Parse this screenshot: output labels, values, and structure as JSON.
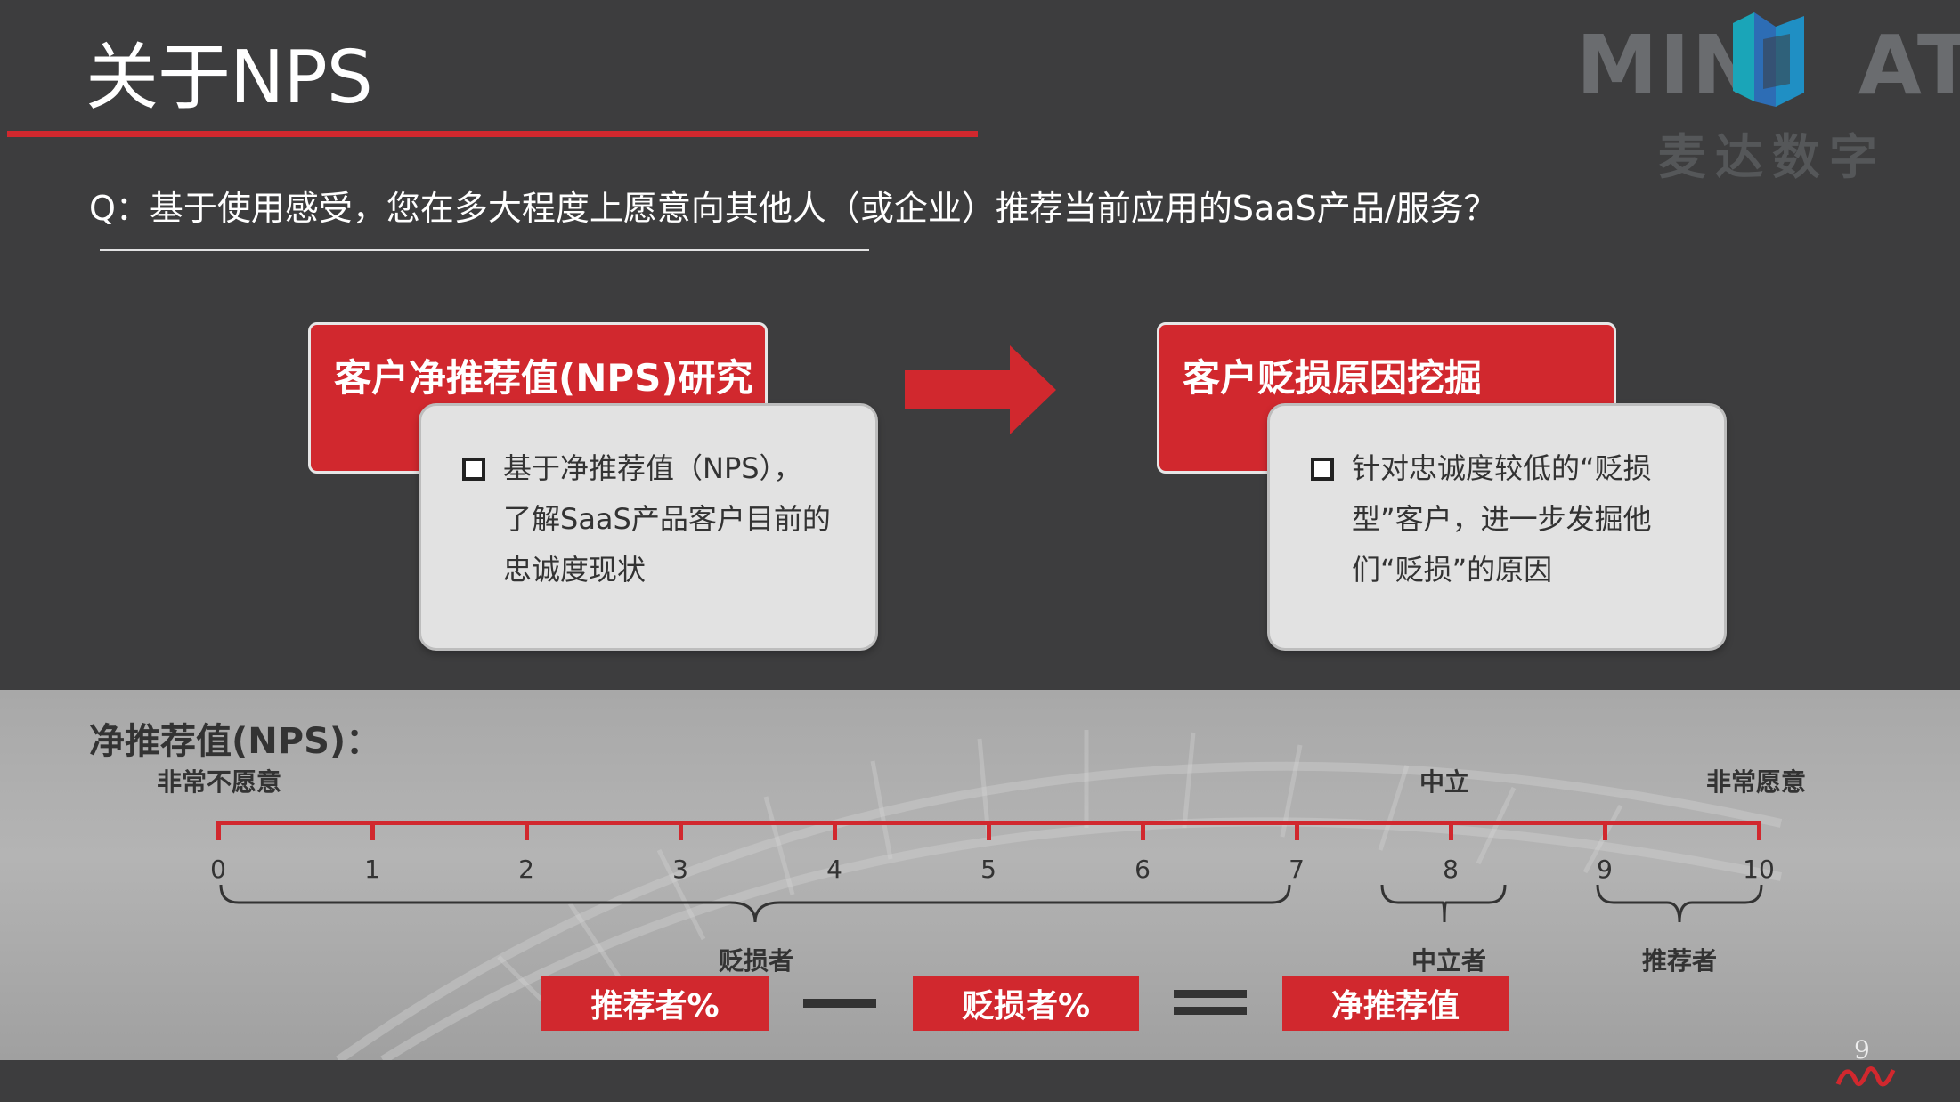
{
  "slide": {
    "title": "关于NPS",
    "question": "Q：基于使用感受，您在多大程度上愿意向其他人（或企业）推荐当前应用的SaaS产品/服务？",
    "page_number": "9"
  },
  "logo": {
    "left_text": "MIN",
    "right_text": "ATA",
    "subtitle": "麦达数字",
    "mark_icon": "md-logo-icon"
  },
  "cards": [
    {
      "heading": "客户净推荐值(NPS)研究",
      "body": "基于净推荐值（NPS），\n了解SaaS产品客户目前的\n忠诚度现状"
    },
    {
      "heading": "客户贬损原因挖掘",
      "body": "针对忠诚度较低的“贬损\n型”客户，进一步发掘他\n们“贬损”的原因"
    }
  ],
  "colors": {
    "accent_red": "#d1282e",
    "background_dark": "#3d3d3e",
    "card_grey": "#e2e2e2",
    "logo_teal": "#1aa5b8"
  },
  "nps_scale": {
    "heading": "净推荐值(NPS)：",
    "left_label": "非常不愿意",
    "middle_label": "中立",
    "right_label": "非常愿意",
    "ticks": [
      "0",
      "1",
      "2",
      "3",
      "4",
      "5",
      "6",
      "7",
      "8",
      "9",
      "10"
    ],
    "groups": {
      "detractors": "贬损者",
      "passives": "中立者",
      "promoters": "推荐者"
    }
  },
  "formula": {
    "promoters_pct": "推荐者%",
    "detractors_pct": "贬损者%",
    "result": "净推荐值"
  }
}
